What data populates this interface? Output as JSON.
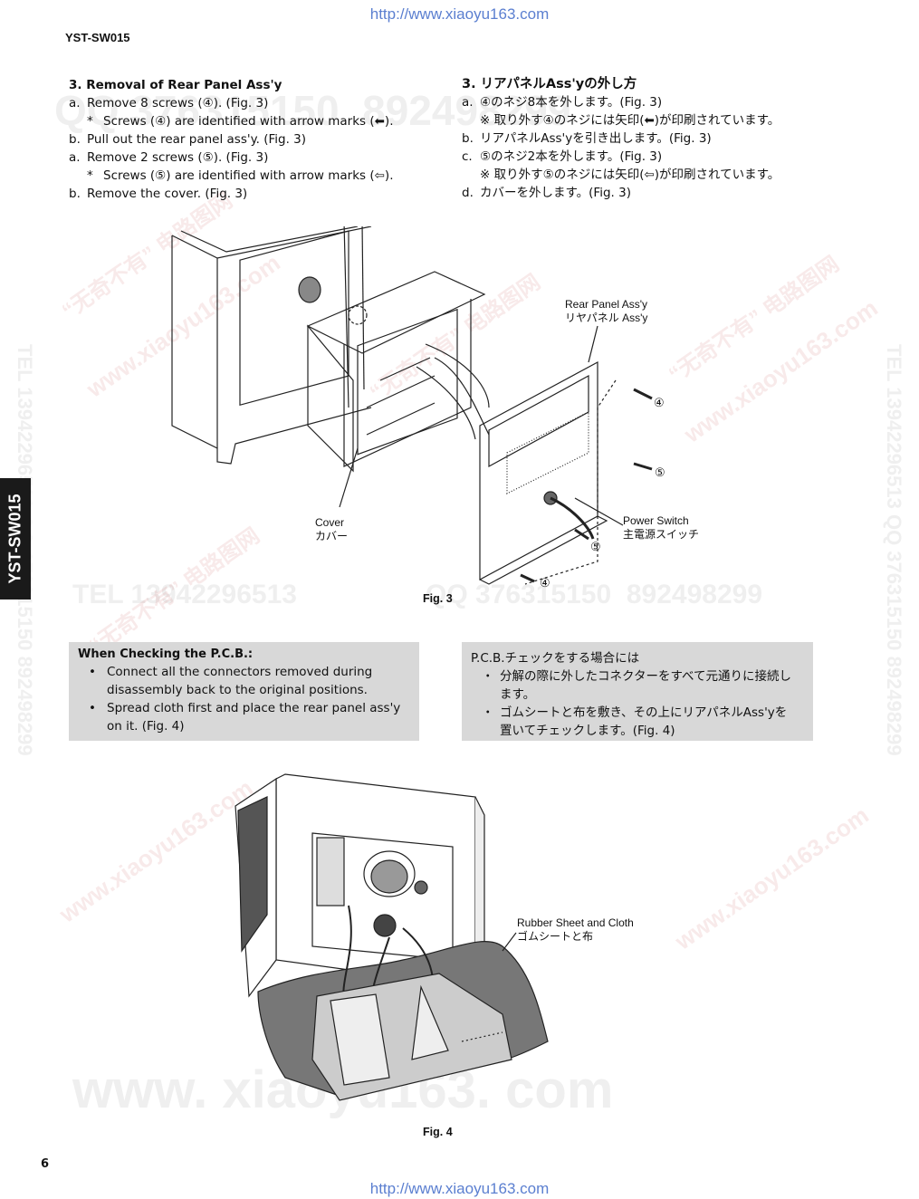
{
  "header": {
    "url": "http://www.xiaoyu163.com",
    "model": "YST-SW015"
  },
  "side_tab": "YST-SW015",
  "english": {
    "heading": "3. Removal of Rear Panel Ass'y",
    "steps": [
      {
        "label": "a.",
        "text": "Remove 8 screws (④). (Fig. 3)",
        "note": "Screws (④) are identified with arrow marks (⬅)."
      },
      {
        "label": "b.",
        "text": "Pull out the rear panel ass'y. (Fig. 3)"
      },
      {
        "label": "a.",
        "text": "Remove 2 screws (⑤). (Fig. 3)",
        "note": "Screws (⑤) are identified with arrow marks (⇦)."
      },
      {
        "label": "b.",
        "text": "Remove the cover. (Fig. 3)"
      }
    ],
    "note_mark": "*"
  },
  "japanese": {
    "heading": "3. リアパネルAss'yの外し方",
    "steps": [
      {
        "label": "a.",
        "text": "④のネジ8本を外します。(Fig. 3)",
        "note": "※ 取り外す④のネジには矢印(⬅)が印刷されています。"
      },
      {
        "label": "b.",
        "text": "リアパネルAss'yを引き出します。(Fig. 3)"
      },
      {
        "label": "c.",
        "text": "⑤のネジ2本を外します。(Fig. 3)",
        "note": "※ 取り外す⑤のネジには矢印(⇦)が印刷されています。"
      },
      {
        "label": "d.",
        "text": "カバーを外します。(Fig. 3)"
      }
    ]
  },
  "fig3": {
    "caption": "Fig. 3",
    "labels": {
      "rear_panel_en": "Rear Panel Ass'y",
      "rear_panel_jp": "リヤパネル Ass'y",
      "cover_en": "Cover",
      "cover_jp": "カバー",
      "power_en": "Power Switch",
      "power_jp": "主電源スイッチ",
      "screw4": "④",
      "screw5": "⑤"
    }
  },
  "check_en": {
    "heading": "When Checking the P.C.B.:",
    "bullet": "•",
    "items": [
      "Connect all the connectors removed during disassembly back to the original positions.",
      "Spread cloth first and place the rear panel ass'y on it. (Fig. 4)"
    ]
  },
  "check_jp": {
    "heading": "P.C.B.チェックをする場合には",
    "bullet": "・",
    "items": [
      "分解の際に外したコネクターをすべて元通りに接続します。",
      "ゴムシートと布を敷き、その上にリアパネルAss'yを置いてチェックします。(Fig. 4)"
    ]
  },
  "fig4": {
    "caption": "Fig. 4",
    "labels": {
      "sheet_en": "Rubber Sheet and Cloth",
      "sheet_jp": "ゴムシートと布"
    }
  },
  "watermarks": {
    "tel": "TEL 13942296513",
    "qq": "QQ 376315150",
    "num": "892498299",
    "site": "www.xiaoyu163.com",
    "big_site": "www. xiaoyu163. com",
    "stamp": "“无奇不有” 电路图网",
    "side_left": "TEL 13942296513  QQ 376315150  892498299",
    "side_right": "TEL 13942296513  QQ 376315150  892498299"
  },
  "footer": {
    "page_number": "6",
    "url": "http://www.xiaoyu163.com"
  }
}
